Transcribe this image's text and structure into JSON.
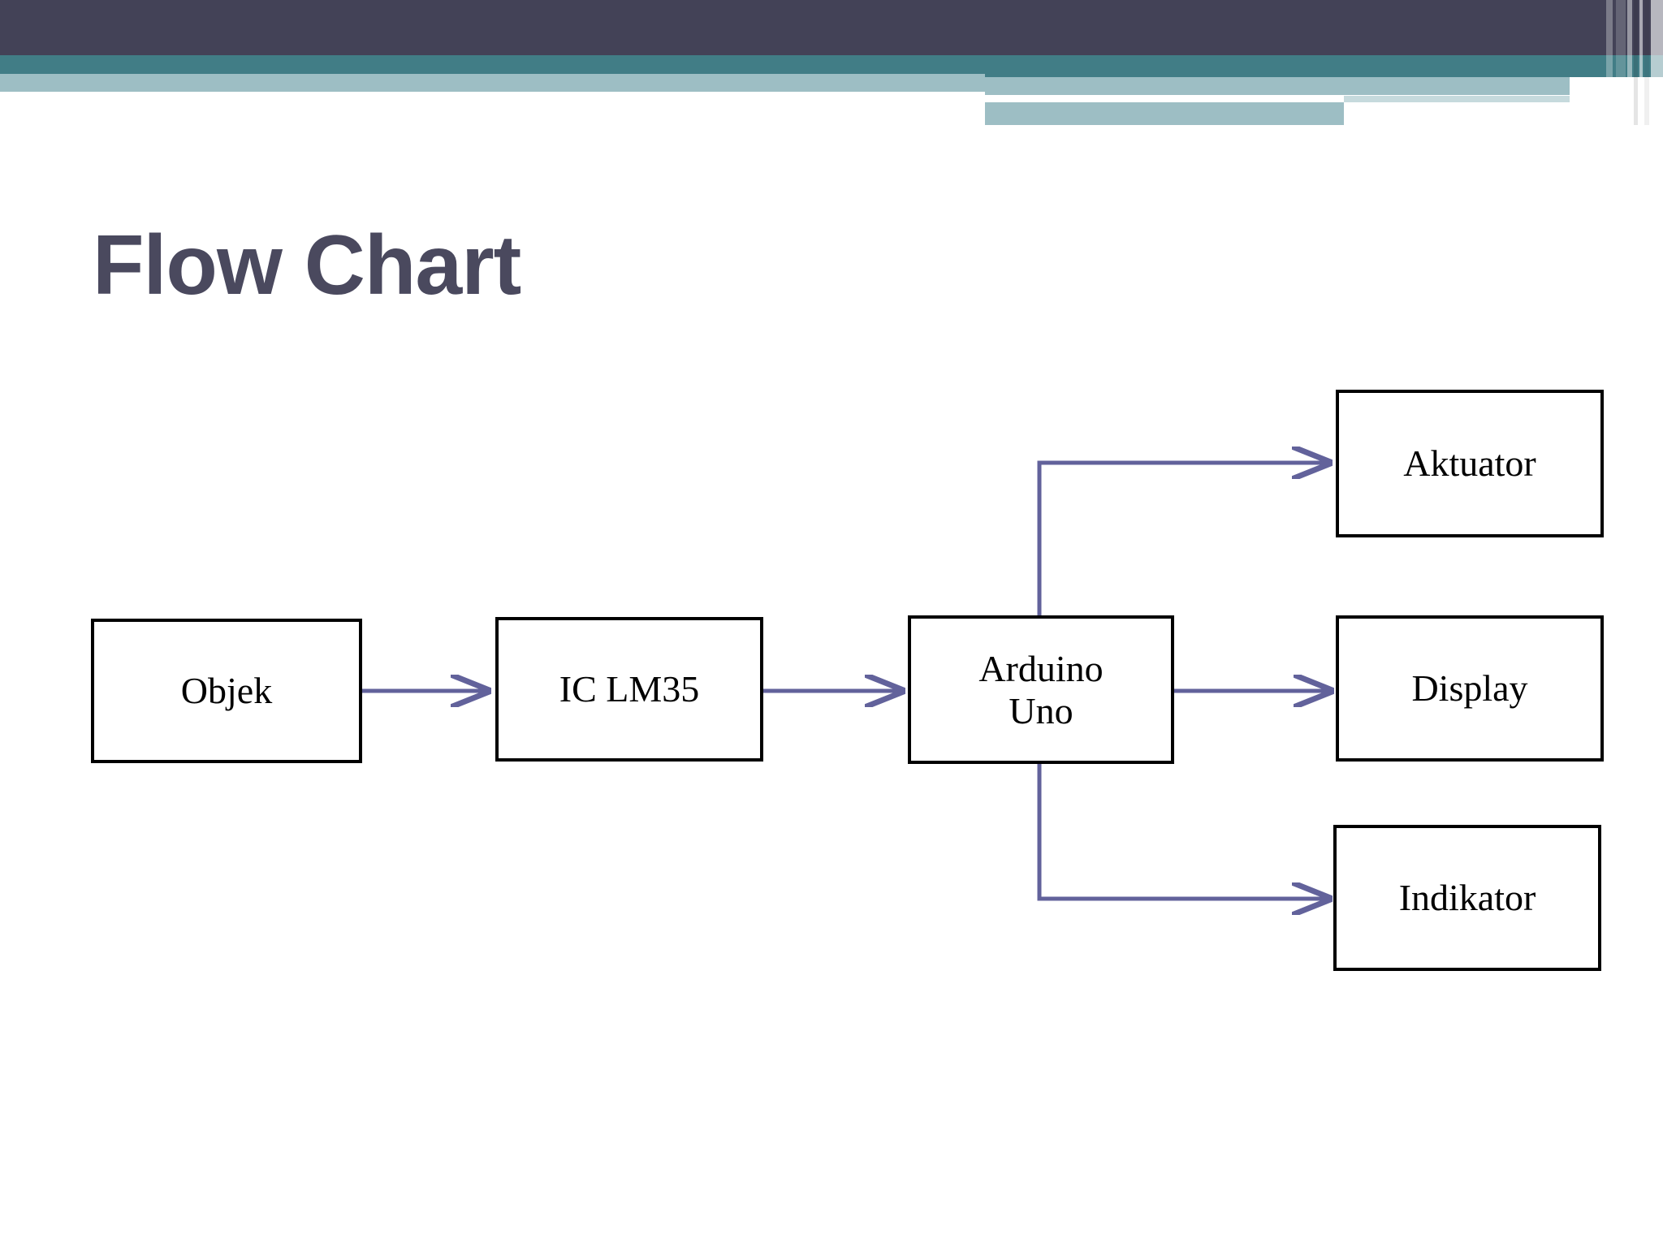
{
  "slide": {
    "title": "Flow Chart",
    "background_color": "#FFFFFF"
  },
  "theme": {
    "band_dark": "#434257",
    "band_teal": "#417D86",
    "band_light": "#9DBEC4",
    "title_color": "#4A495E",
    "node_border": "#000000",
    "connector_color": "#62629B"
  },
  "diagram": {
    "type": "block-diagram",
    "nodes": [
      {
        "id": "objek",
        "label": "Objek"
      },
      {
        "id": "lm35",
        "label": "IC LM35"
      },
      {
        "id": "arduino",
        "label": "Arduino\nUno",
        "line1": "Arduino",
        "line2": "Uno"
      },
      {
        "id": "aktuator",
        "label": "Aktuator"
      },
      {
        "id": "display",
        "label": "Display"
      },
      {
        "id": "indikator",
        "label": "Indikator"
      }
    ],
    "edges": [
      {
        "from": "objek",
        "to": "lm35",
        "style": "straight-arrow"
      },
      {
        "from": "lm35",
        "to": "arduino",
        "style": "straight-arrow"
      },
      {
        "from": "arduino",
        "to": "aktuator",
        "style": "elbow-up-arrow"
      },
      {
        "from": "arduino",
        "to": "display",
        "style": "straight-arrow"
      },
      {
        "from": "arduino",
        "to": "indikator",
        "style": "elbow-down-arrow"
      }
    ]
  }
}
